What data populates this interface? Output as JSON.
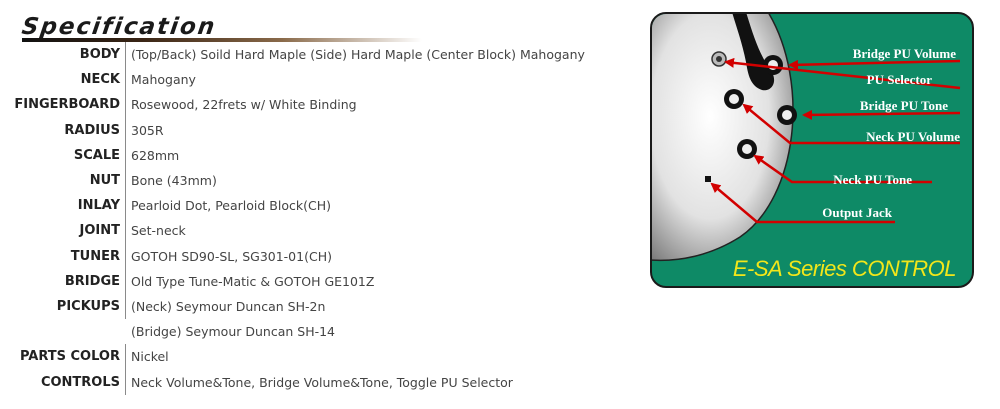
{
  "title": "Specification",
  "specs": [
    {
      "label": "BODY",
      "values": [
        "(Top/Back) Soild Hard Maple (Side) Hard Maple (Center Block) Mahogany"
      ]
    },
    {
      "label": "NECK",
      "values": [
        "Mahogany"
      ]
    },
    {
      "label": "FINGERBOARD",
      "values": [
        "Rosewood, 22frets w/ White Binding"
      ]
    },
    {
      "label": "RADIUS",
      "values": [
        "305R"
      ]
    },
    {
      "label": "SCALE",
      "values": [
        "628mm"
      ]
    },
    {
      "label": "NUT",
      "values": [
        "Bone (43mm)"
      ]
    },
    {
      "label": "INLAY",
      "values": [
        "Pearloid Dot, Pearloid Block(CH)"
      ]
    },
    {
      "label": "JOINT",
      "values": [
        "Set-neck"
      ]
    },
    {
      "label": "TUNER",
      "values": [
        "GOTOH SD90-SL, SG301-01(CH)"
      ]
    },
    {
      "label": "BRIDGE",
      "values": [
        "Old Type Tune-Matic & GOTOH GE101Z"
      ]
    },
    {
      "label": "PICKUPS",
      "values": [
        "(Neck) Seymour Duncan SH-2n",
        "(Bridge) Seymour Duncan SH-14"
      ]
    },
    {
      "label": "PARTS COLOR",
      "values": [
        "Nickel"
      ]
    },
    {
      "label": "CONTROLS",
      "values": [
        "Neck Volume&Tone, Bridge Volume&Tone, Toggle PU Selector"
      ]
    }
  ],
  "diagram": {
    "caption": "E-SA Series CONTROL",
    "background_color": "#0e8a66",
    "arrow_color": "#d20000",
    "labels": {
      "bridge_pu_volume": "Bridge PU Volume",
      "pu_selector": "PU Selector",
      "bridge_pu_tone": "Bridge PU Tone",
      "neck_pu_volume": "Neck PU Volume",
      "neck_pu_tone": "Neck PU Tone",
      "output_jack": "Output Jack"
    }
  }
}
